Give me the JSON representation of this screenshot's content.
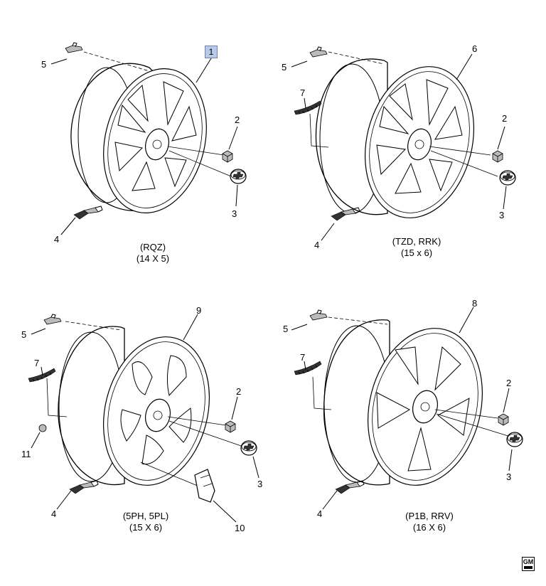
{
  "callouts": {
    "tl": {
      "c1": "1",
      "c2": "2",
      "c3": "3",
      "c4": "4",
      "c5": "5"
    },
    "tr": {
      "c2": "2",
      "c3": "3",
      "c4": "4",
      "c5": "5",
      "c6": "6",
      "c7": "7"
    },
    "bl": {
      "c2": "2",
      "c3": "3",
      "c4": "4",
      "c5": "5",
      "c7": "7",
      "c9": "9",
      "c10": "10",
      "c11": "11"
    },
    "br": {
      "c2": "2",
      "c3": "3",
      "c4": "4",
      "c5": "5",
      "c7": "7",
      "c8": "8"
    }
  },
  "captions": {
    "tl": {
      "code": "(RQZ)",
      "size": "(14 X 5)"
    },
    "tr": {
      "code": "(TZD, RRK)",
      "size": "(15 x 6)"
    },
    "bl": {
      "code": "(5PH, 5PL)",
      "size": "(15 X 6)"
    },
    "br": {
      "code": "(P1B, RRV)",
      "size": "(16 X 6)"
    }
  },
  "logo": {
    "text": "GM"
  }
}
